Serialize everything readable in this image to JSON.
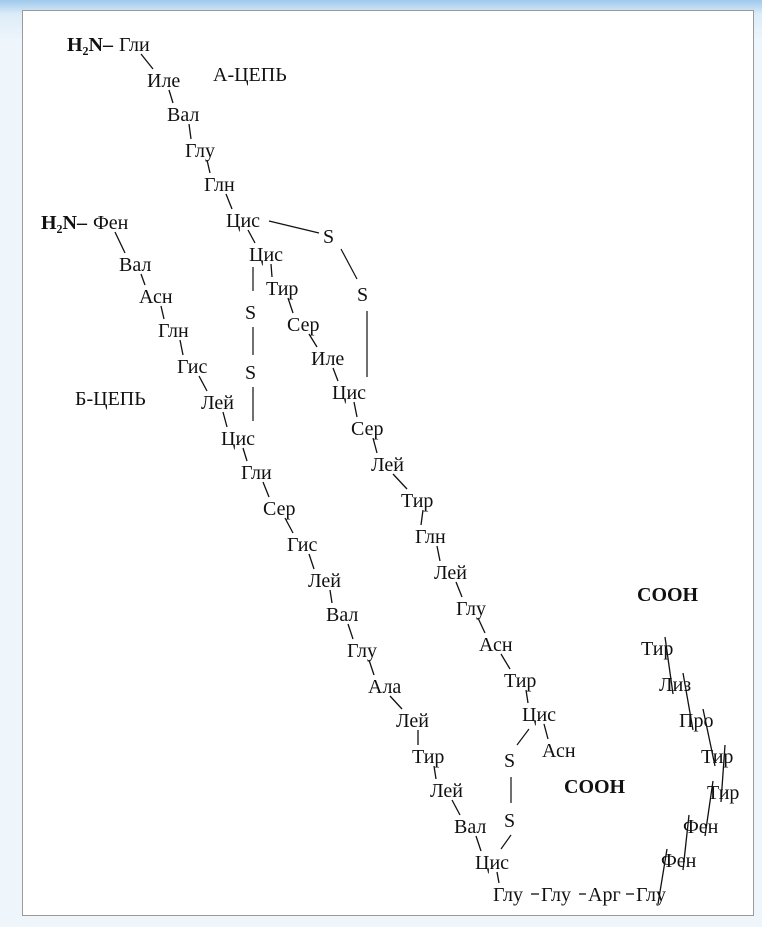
{
  "labels": {
    "chain_a": "А-ЦЕПЬ",
    "chain_b": "Б-ЦЕПЬ",
    "n_term_a": "H₂N–",
    "n_term_b": "H₂N–",
    "c_term_a": "COOH",
    "c_term_b": "COOH",
    "sulfur": "S"
  },
  "chain_a": [
    "Гли",
    "Иле",
    "Вал",
    "Глу",
    "Глн",
    "Цис",
    "Цис",
    "Тир",
    "Сер",
    "Иле",
    "Цис",
    "Сер",
    "Лей",
    "Тир",
    "Глн",
    "Лей",
    "Глу",
    "Асн",
    "Тир",
    "Цис",
    "Асн"
  ],
  "chain_b": [
    "Фен",
    "Вал",
    "Асн",
    "Глн",
    "Гис",
    "Лей",
    "Цис",
    "Гли",
    "Сер",
    "Гис",
    "Лей",
    "Вал",
    "Глу",
    "Ала",
    "Лей",
    "Тир",
    "Лей",
    "Вал",
    "Цис",
    "Глу",
    "Глу",
    "Арг",
    "Глу",
    "Фен",
    "Фен",
    "Тир",
    "Тир",
    "Про",
    "Лиз",
    "Тир"
  ],
  "colors": {
    "background_top": "#9fc9ec",
    "panel": "#ffffff",
    "ink": "#111111"
  }
}
